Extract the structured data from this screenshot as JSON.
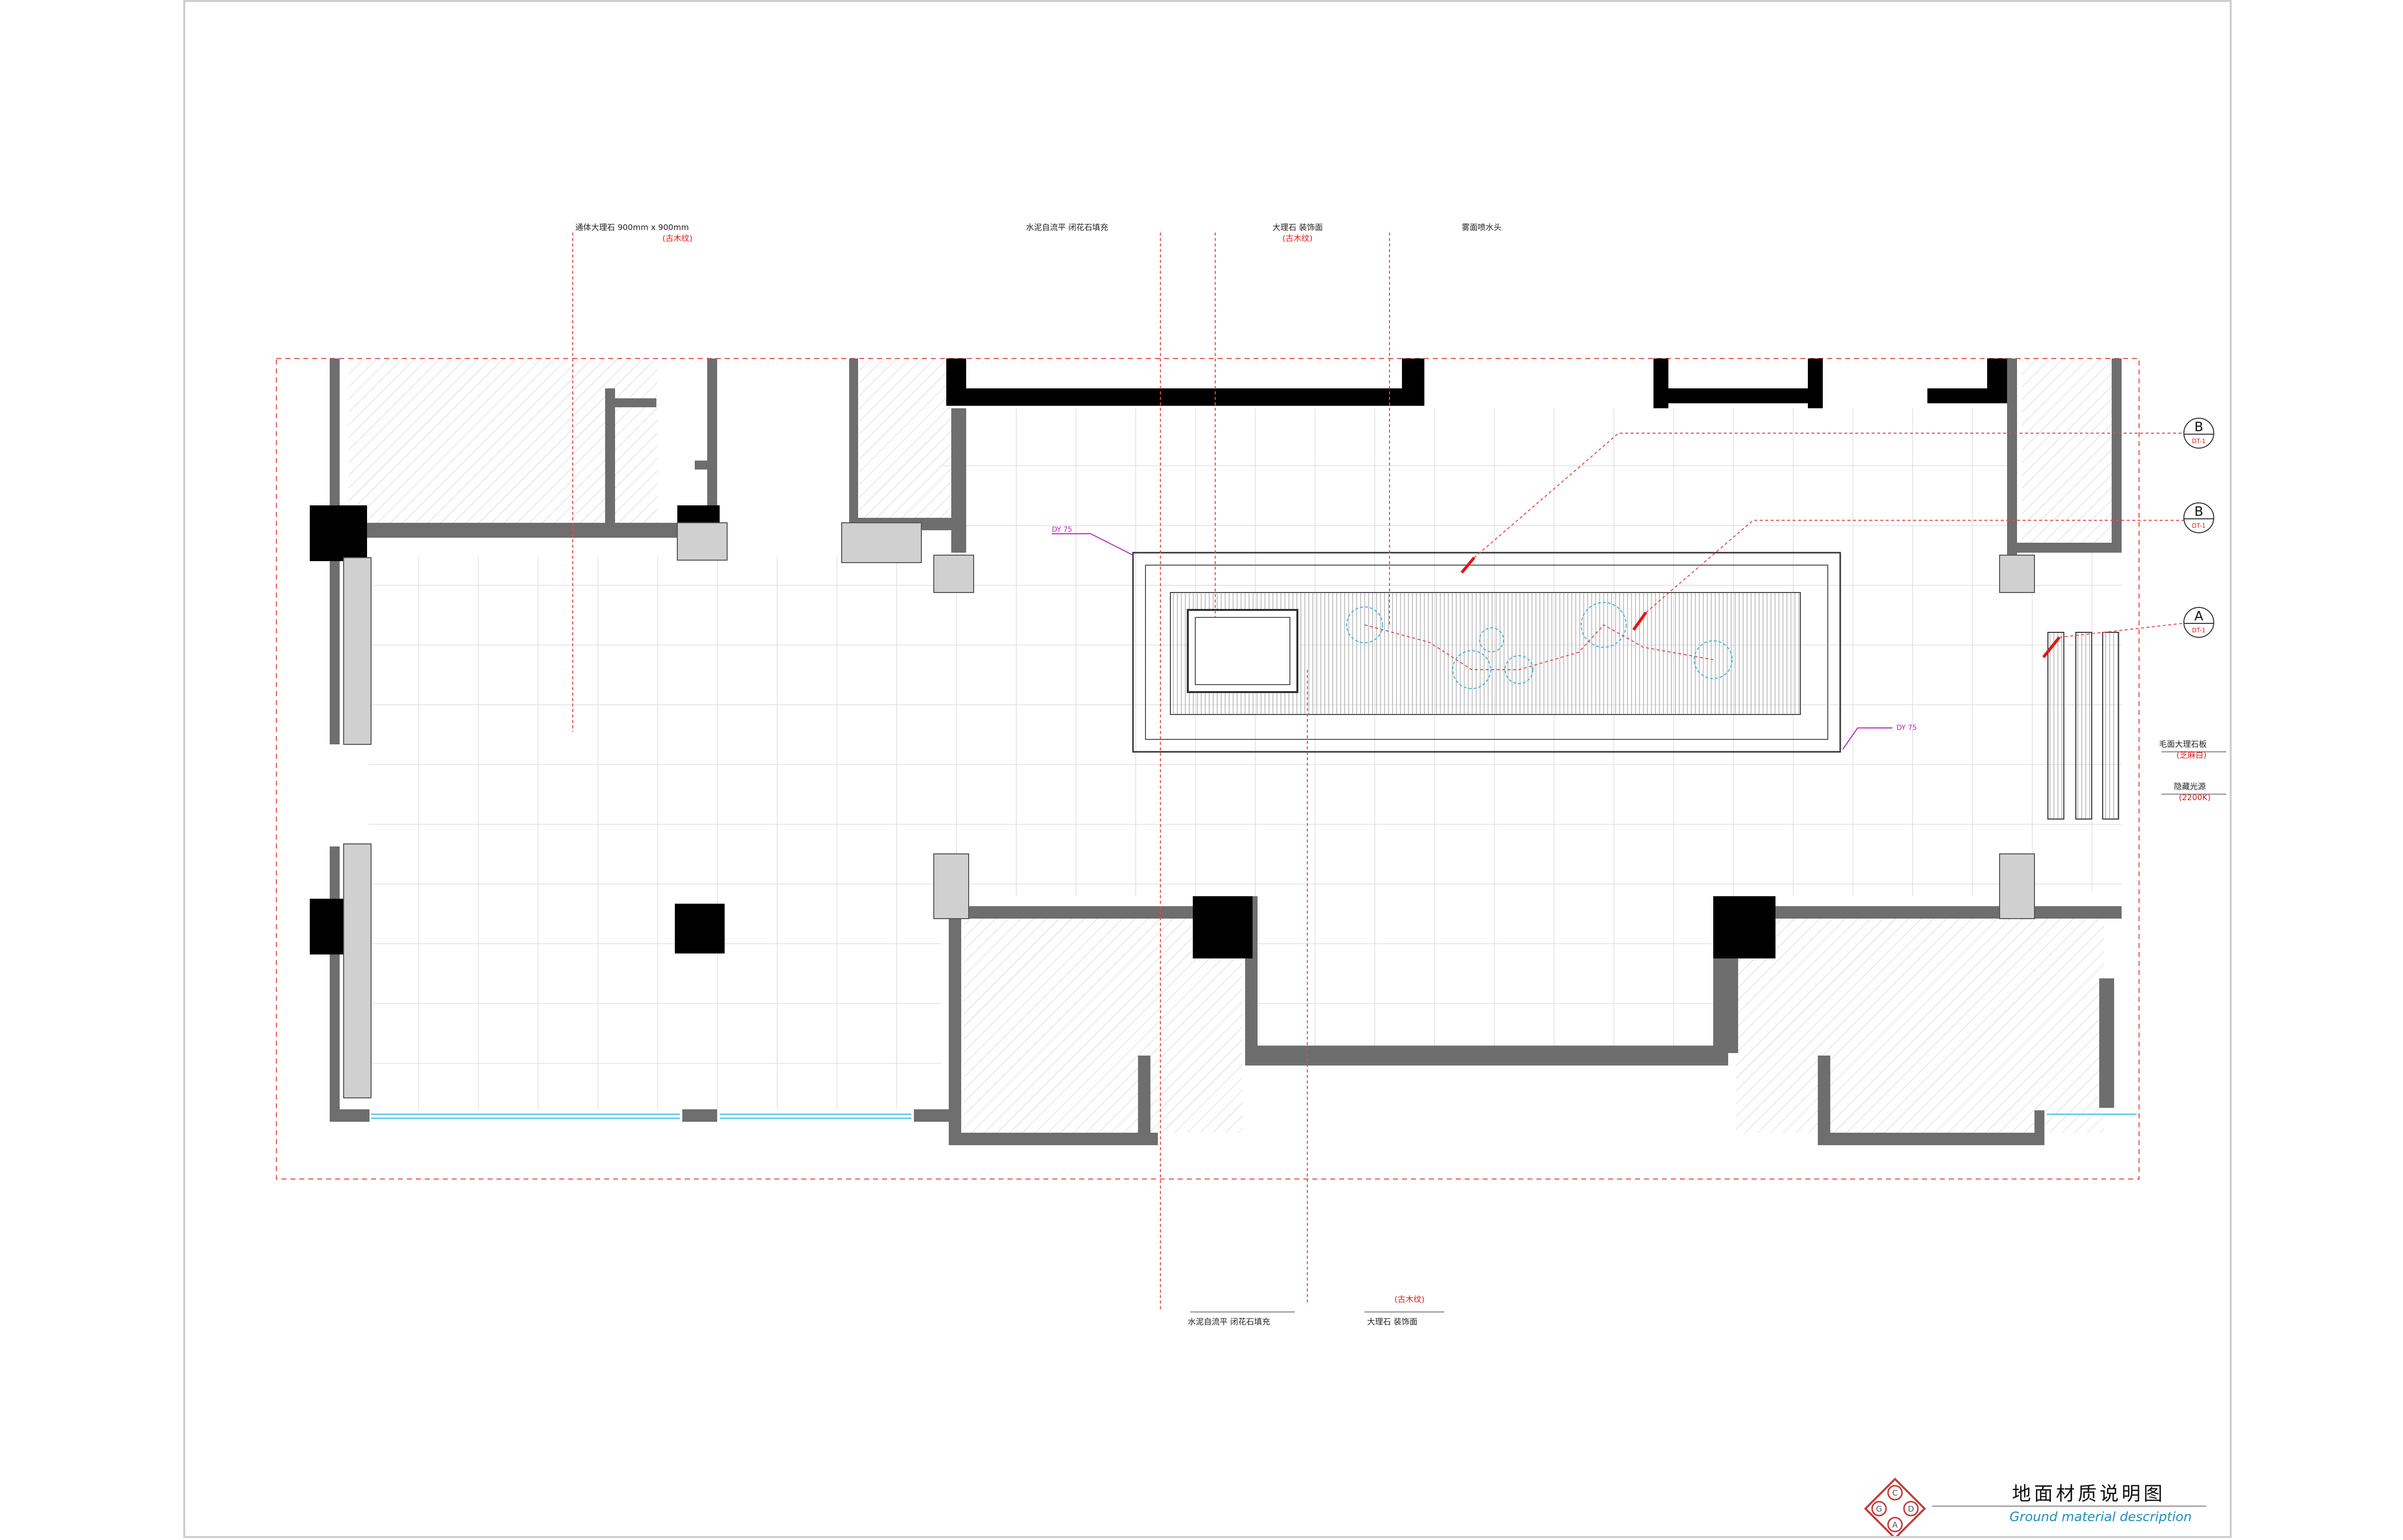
{
  "drawing": {
    "title_cn": "地面材质说明图",
    "title_en": "Ground material description",
    "logo_letters": [
      "C",
      "A",
      "D",
      "G"
    ]
  },
  "callouts": {
    "top": [
      {
        "line1": "通体大理石 900mm x 900mm",
        "line2": "(古木纹)"
      },
      {
        "line1": "水泥自流平 闭花石填充",
        "line2": ""
      },
      {
        "line1": "大理石 装饰面",
        "line2": "(古木纹)"
      },
      {
        "line1": "雾面喷水头",
        "line2": ""
      }
    ],
    "bottom": [
      {
        "line1": "水泥自流平 闭花石填充",
        "line2": ""
      },
      {
        "line1": "大理石 装饰面",
        "line2": "(古木纹)"
      }
    ],
    "right": [
      {
        "line1": "毛面大理石板",
        "line2": "(芝麻白)"
      },
      {
        "line1": "隐藏光源",
        "line2": "(2200K)"
      }
    ]
  },
  "section_marks": [
    {
      "letter": "B",
      "sheet": "DT-1"
    },
    {
      "letter": "B",
      "sheet": "DT-1"
    },
    {
      "letter": "A",
      "sheet": "DT-1"
    }
  ],
  "dims": [
    "DY 75",
    "DY 75"
  ],
  "colors": {
    "wall": "#6e6e6e",
    "column": "#000000",
    "outline": "#333333",
    "grid": "#d4d4d4",
    "leader": "#e01818",
    "accent": "#1d8fc0"
  }
}
